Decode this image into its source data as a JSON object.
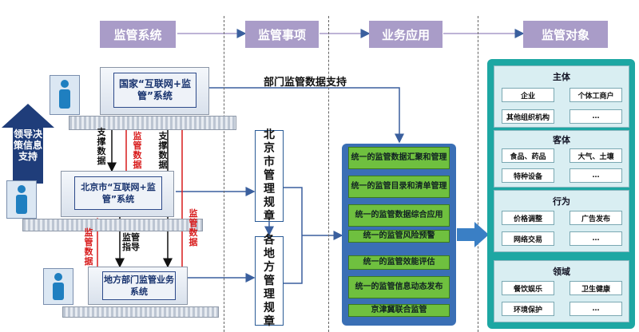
{
  "headers": [
    "监管系统",
    "监管事项",
    "业务应用",
    "监管对象"
  ],
  "national_system": "国家“互联网+监管”系统",
  "beijing_system": "北京市“互联网+监管”系统",
  "local_system": "地方部门监管业务系统",
  "leader_support": "领导决策信息支持",
  "dept_support": "部门监管数据支持",
  "support_data": "支撑数据",
  "supervision_data": "监管数据",
  "supervision_guidance": "监管指导",
  "beijing_rules": "北京市管理规章",
  "local_rules": "各地方管理规章",
  "apps": [
    "统一的监管数据汇聚和管理",
    "统一的监管目录和清单管理",
    "统一的监管数据综合应用",
    "统一的监管风险预警",
    "统一的监管效能评估",
    "统一的监管信息动态发布",
    "京津冀联合监管"
  ],
  "objects": [
    {
      "title": "主体",
      "items": [
        "企业",
        "个体工商户",
        "其他组织机构",
        "…"
      ]
    },
    {
      "title": "客体",
      "items": [
        "食品、药品",
        "大气、土壤",
        "特种设备",
        "…"
      ]
    },
    {
      "title": "行为",
      "items": [
        "价格调整",
        "广告发布",
        "网络交易",
        "…"
      ]
    },
    {
      "title": "领域",
      "items": [
        "餐饮娱乐",
        "卫生健康",
        "环境保护",
        "…"
      ]
    }
  ],
  "colors": {
    "header": "#a99cc8",
    "panel": "#3a6fb5",
    "app_button": "#6fc03f",
    "object_panel": "#1da7a3",
    "supervision_data": "#d81b1b"
  }
}
